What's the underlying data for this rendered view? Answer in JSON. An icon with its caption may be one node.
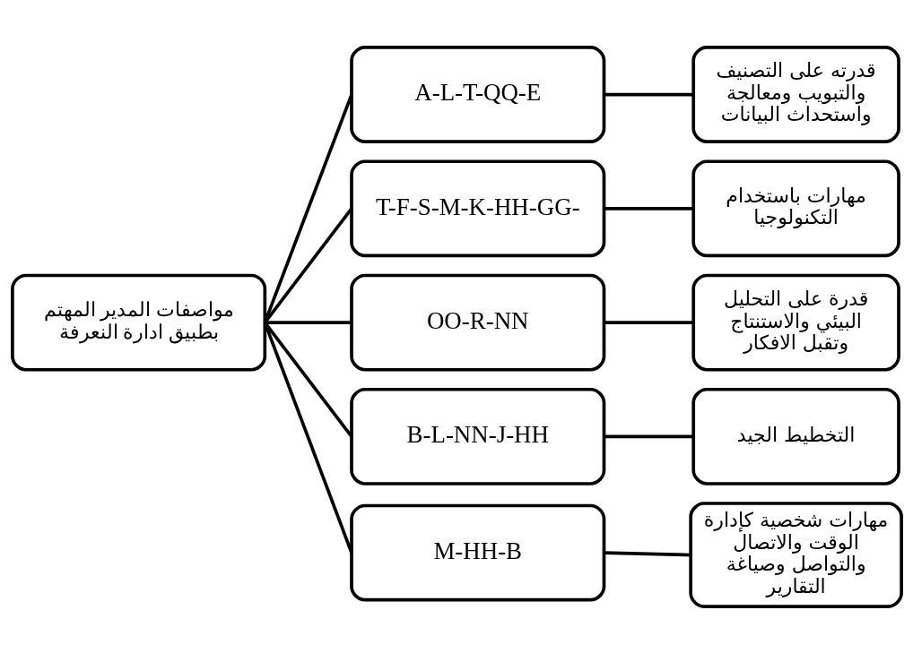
{
  "diagram": {
    "nodes": [
      {
        "text": [
          "مواصفات المدير المهتم بطبيق ادارة النعرفة"
        ]
      },
      {
        "text": [
          "A-L-T-QQ-E"
        ]
      },
      {
        "text": [
          "قدرته على التصنيف والتبويب ومعالجة واستحداث البيانات"
        ]
      },
      {
        "text": [
          "T-F-S-M-K-HH-GG-"
        ]
      },
      {
        "text": [
          "مهارات باستخدام التكنولوجيا"
        ]
      },
      {
        "text": [
          "OO-R-NN"
        ]
      },
      {
        "text": [
          "قدرة على التحليل البيئي والاستنتاج وتقبل الافكار"
        ]
      },
      {
        "text": [
          "B-L-NN-J-HH"
        ]
      },
      {
        "text": [
          "التخطيط الجيد"
        ]
      },
      {
        "text": [
          "M-HH-B"
        ]
      },
      {
        "text": [
          "مهارات شخصية كإدارة الوقت والاتصال والتواصل وصياغة التقارير"
        ]
      }
    ],
    "edges": [
      {
        "from": 0,
        "to": 1,
        "arrow": "none"
      },
      {
        "from": 0,
        "to": 3,
        "arrow": "none"
      },
      {
        "from": 0,
        "to": 5,
        "arrow": "none"
      },
      {
        "from": 0,
        "to": 7,
        "arrow": "none"
      },
      {
        "from": 0,
        "to": 9,
        "arrow": "none"
      },
      {
        "from": 1,
        "to": 2,
        "arrow": "none"
      },
      {
        "from": 3,
        "to": 4,
        "arrow": "none"
      },
      {
        "from": 5,
        "to": 6,
        "arrow": "none"
      },
      {
        "from": 7,
        "to": 8,
        "arrow": "none"
      },
      {
        "from": 9,
        "to": 10,
        "arrow": "none"
      }
    ]
  }
}
